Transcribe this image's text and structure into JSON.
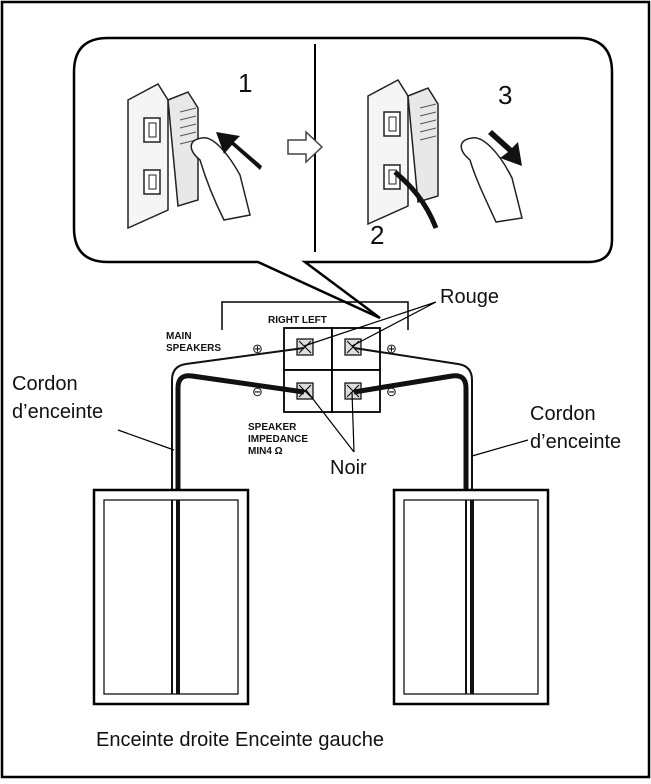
{
  "steps": {
    "one": "1",
    "two": "2",
    "three": "3"
  },
  "panel": {
    "right_left": "RIGHT LEFT",
    "main_speakers_1": "MAIN",
    "main_speakers_2": "SPEAKERS",
    "impedance_1": "SPEAKER",
    "impedance_2": "IMPEDANCE",
    "impedance_3": "MIN4 Ω",
    "plus": "⊕",
    "minus": "⊖"
  },
  "labels": {
    "rouge": "Rouge",
    "noir": "Noir",
    "cord_left_1": "Cordon",
    "cord_left_2": "d’enceinte",
    "cord_right_1": "Cordon",
    "cord_right_2": "d’enceinte",
    "caption": "Enceinte droite Enceinte gauche"
  }
}
